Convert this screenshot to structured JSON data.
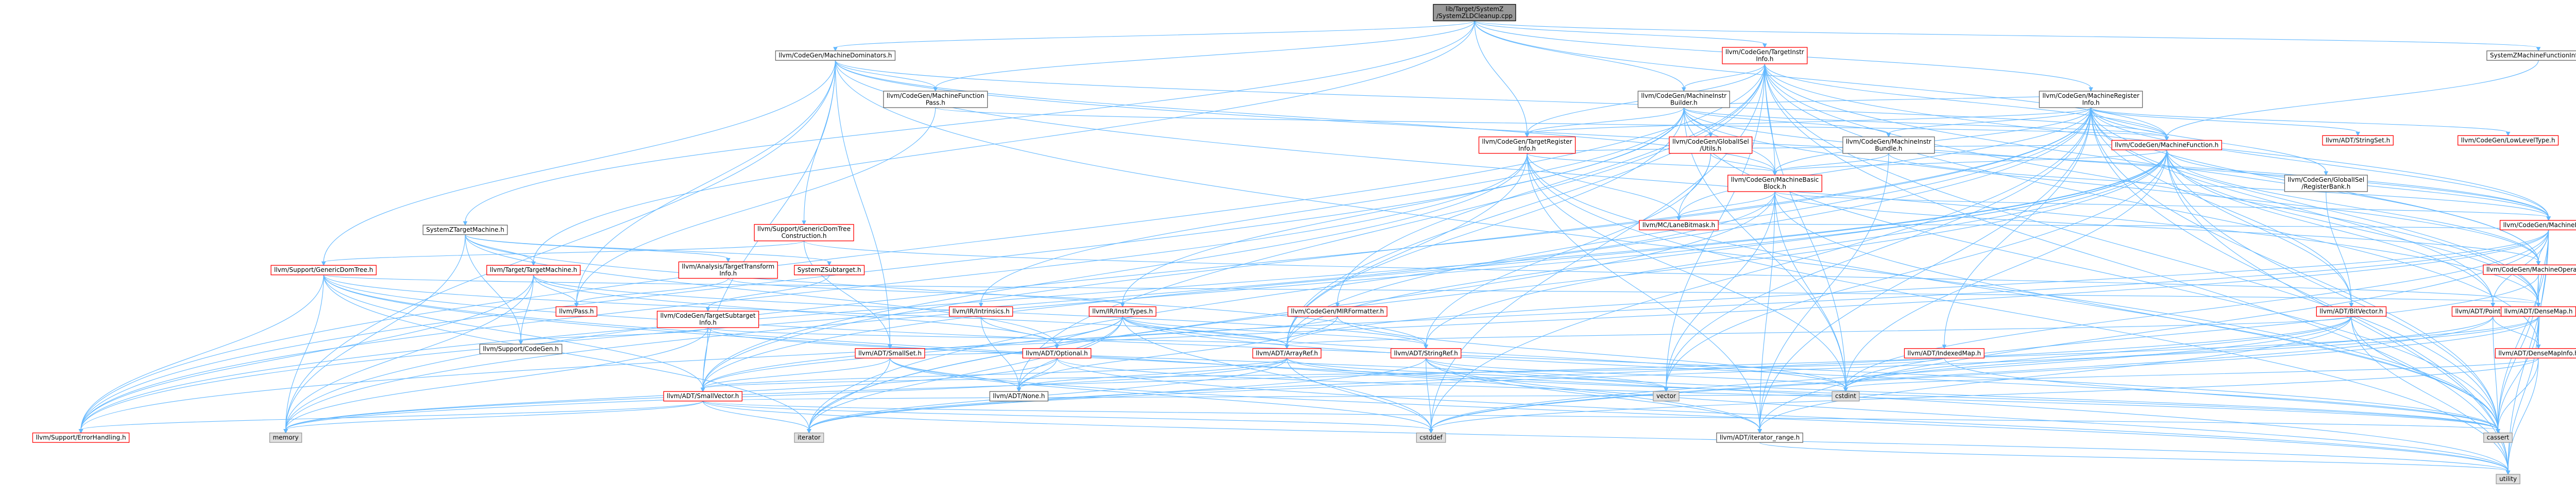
{
  "colors": {
    "focus_fill": "#999999",
    "default_fill": "#ffffff",
    "default_border": "#666666",
    "red_border": "#ff0000",
    "system_fill": "#e0e0e0",
    "system_border": "#999999",
    "edge": "#63b8ff"
  },
  "nodes": [
    {
      "id": "root",
      "lines": [
        "lib/Target/SystemZ",
        "/SystemZLDCleanup.cpp"
      ],
      "style": "focus"
    },
    {
      "id": "machdom",
      "lines": [
        "llvm/CodeGen/MachineDominators.h"
      ],
      "style": "default"
    },
    {
      "id": "targinstr",
      "lines": [
        "llvm/CodeGen/TargetInstr",
        "Info.h"
      ],
      "style": "red"
    },
    {
      "id": "szmfi",
      "lines": [
        "SystemZMachineFunctionInfo.h"
      ],
      "style": "default"
    },
    {
      "id": "mfpass",
      "lines": [
        "llvm/CodeGen/MachineFunction",
        "Pass.h"
      ],
      "style": "default"
    },
    {
      "id": "mib",
      "lines": [
        "llvm/CodeGen/MachineInstr",
        "Builder.h"
      ],
      "style": "default"
    },
    {
      "id": "mri",
      "lines": [
        "llvm/CodeGen/MachineRegister",
        "Info.h"
      ],
      "style": "default"
    },
    {
      "id": "tri",
      "lines": [
        "llvm/CodeGen/TargetRegister",
        "Info.h"
      ],
      "style": "red"
    },
    {
      "id": "gisel",
      "lines": [
        "llvm/CodeGen/GlobalISel",
        "/Utils.h"
      ],
      "style": "red"
    },
    {
      "id": "mibundle",
      "lines": [
        "llvm/CodeGen/MachineInstr",
        "Bundle.h"
      ],
      "style": "default"
    },
    {
      "id": "mf",
      "lines": [
        "llvm/CodeGen/MachineFunction.h"
      ],
      "style": "red"
    },
    {
      "id": "strset",
      "lines": [
        "llvm/ADT/StringSet.h"
      ],
      "style": "red"
    },
    {
      "id": "llt",
      "lines": [
        "llvm/CodeGen/LowLevelType.h"
      ],
      "style": "red"
    },
    {
      "id": "mbb",
      "lines": [
        "llvm/CodeGen/MachineBasic",
        "Block.h"
      ],
      "style": "red"
    },
    {
      "id": "grb",
      "lines": [
        "llvm/CodeGen/GlobalISel",
        "/RegisterBank.h"
      ],
      "style": "default"
    },
    {
      "id": "lanebm",
      "lines": [
        "llvm/MC/LaneBitmask.h"
      ],
      "style": "red"
    },
    {
      "id": "mi",
      "lines": [
        "llvm/CodeGen/MachineInstr.h"
      ],
      "style": "red"
    },
    {
      "id": "sztm",
      "lines": [
        "SystemZTargetMachine.h"
      ],
      "style": "default"
    },
    {
      "id": "gdtc",
      "lines": [
        "llvm/Support/GenericDomTree",
        "Construction.h"
      ],
      "style": "red"
    },
    {
      "id": "gdt",
      "lines": [
        "llvm/Support/GenericDomTree.h"
      ],
      "style": "red"
    },
    {
      "id": "ttm",
      "lines": [
        "llvm/Target/TargetMachine.h"
      ],
      "style": "red"
    },
    {
      "id": "analysis",
      "lines": [
        "llvm/Analysis/TargetTransform",
        "Info.h"
      ],
      "style": "red"
    },
    {
      "id": "szsub",
      "lines": [
        "SystemZSubtarget.h"
      ],
      "style": "red"
    },
    {
      "id": "pass",
      "lines": [
        "llvm/Pass.h"
      ],
      "style": "red"
    },
    {
      "id": "tsi",
      "lines": [
        "llvm/CodeGen/TargetSubtarget",
        "Info.h"
      ],
      "style": "red"
    },
    {
      "id": "codegen",
      "lines": [
        "llvm/Support/CodeGen.h"
      ],
      "style": "default"
    },
    {
      "id": "intrin",
      "lines": [
        "llvm/IR/Intrinsics.h"
      ],
      "style": "red"
    },
    {
      "id": "instrtypes",
      "lines": [
        "llvm/IR/InstrTypes.h"
      ],
      "style": "red"
    },
    {
      "id": "mirfmt",
      "lines": [
        "llvm/CodeGen/MIRFormatter.h"
      ],
      "style": "red"
    },
    {
      "id": "smallset",
      "lines": [
        "llvm/ADT/SmallSet.h"
      ],
      "style": "red"
    },
    {
      "id": "optional",
      "lines": [
        "llvm/ADT/Optional.h"
      ],
      "style": "red"
    },
    {
      "id": "arrayref",
      "lines": [
        "llvm/ADT/ArrayRef.h"
      ],
      "style": "red"
    },
    {
      "id": "stringref",
      "lines": [
        "llvm/ADT/StringRef.h"
      ],
      "style": "red"
    },
    {
      "id": "indexedmap",
      "lines": [
        "llvm/ADT/IndexedMap.h"
      ],
      "style": "red"
    },
    {
      "id": "bitvector",
      "lines": [
        "llvm/ADT/BitVector.h"
      ],
      "style": "red"
    },
    {
      "id": "ptrunion",
      "lines": [
        "llvm/ADT/PointerUnion.h"
      ],
      "style": "red"
    },
    {
      "id": "mop",
      "lines": [
        "llvm/CodeGen/MachineOperand.h"
      ],
      "style": "red"
    },
    {
      "id": "densemap",
      "lines": [
        "llvm/ADT/DenseMap.h"
      ],
      "style": "red"
    },
    {
      "id": "densemapinfo",
      "lines": [
        "llvm/ADT/DenseMapInfo.h"
      ],
      "style": "red"
    },
    {
      "id": "smallvector",
      "lines": [
        "llvm/ADT/SmallVector.h"
      ],
      "style": "red"
    },
    {
      "id": "none",
      "lines": [
        "llvm/ADT/None.h"
      ],
      "style": "default"
    },
    {
      "id": "errh",
      "lines": [
        "llvm/Support/ErrorHandling.h"
      ],
      "style": "red"
    },
    {
      "id": "memory",
      "lines": [
        "memory"
      ],
      "style": "system"
    },
    {
      "id": "iterator",
      "lines": [
        "iterator"
      ],
      "style": "system"
    },
    {
      "id": "cstddef",
      "lines": [
        "cstddef"
      ],
      "style": "system"
    },
    {
      "id": "vector",
      "lines": [
        "vector"
      ],
      "style": "system"
    },
    {
      "id": "cstdint",
      "lines": [
        "cstdint"
      ],
      "style": "system"
    },
    {
      "id": "iterrange",
      "lines": [
        "llvm/ADT/iterator_range.h"
      ],
      "style": "default"
    },
    {
      "id": "cassert",
      "lines": [
        "cassert"
      ],
      "style": "system"
    },
    {
      "id": "utility",
      "lines": [
        "utility"
      ],
      "style": "system"
    }
  ]
}
